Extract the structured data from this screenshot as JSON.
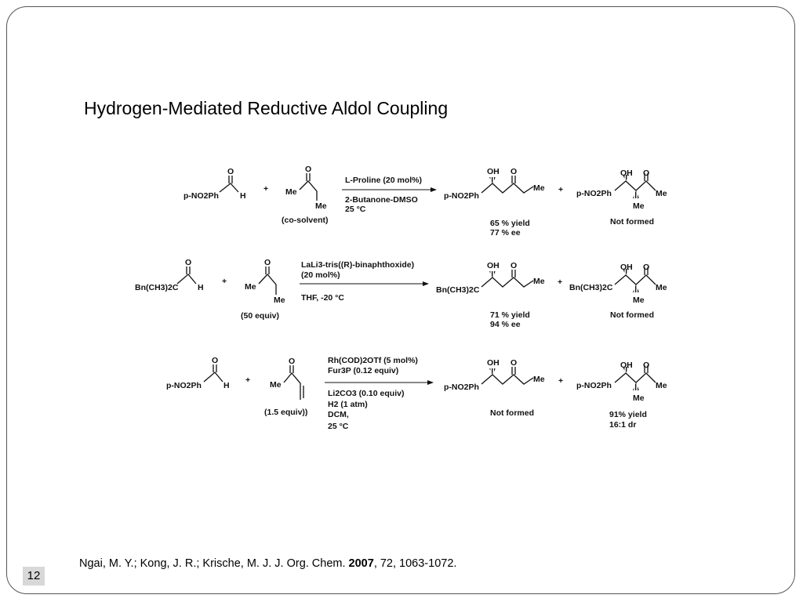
{
  "title": "Hydrogen-Mediated Reductive Aldol Coupling",
  "citation": {
    "authors": "Ngai, M. Y.; Kong, J. R.; Krische, M. J. J. Org. Chem. ",
    "year": "2007",
    "rest": ", 72, 1063-1072."
  },
  "page_number": "12",
  "plus": "+",
  "atoms": {
    "O": "O",
    "OH": "OH",
    "H": "H",
    "Me": "Me"
  },
  "rows": [
    {
      "aldehyde": "p-NO2Ph",
      "reagent_note": "(co-solvent)",
      "conditions_above": [
        "L-Proline (20 mol%)"
      ],
      "conditions_below": [
        "2-Butanone-DMSO",
        "25 °C"
      ],
      "product1_left": "p-NO2Ph",
      "product1_result": [
        "65 % yield",
        "77 % ee"
      ],
      "product2_left": "p-NO2Ph",
      "product2_result": [
        "Not formed"
      ]
    },
    {
      "aldehyde": "Bn(CH3)2C",
      "reagent_note": "(50 equiv)",
      "conditions_above": [
        "LaLi3-tris((R)-binaphthoxide)",
        "(20 mol%)"
      ],
      "conditions_below": [
        "THF, -20 °C"
      ],
      "product1_left": "Bn(CH3)2C",
      "product1_result": [
        "71 % yield",
        "94 % ee"
      ],
      "product2_left": "Bn(CH3)2C",
      "product2_result": [
        "Not formed"
      ]
    },
    {
      "aldehyde": "p-NO2Ph",
      "reagent_note": "(1.5 equiv))",
      "conditions_above": [
        "Rh(COD)2OTf (5 mol%)",
        "Fur3P (0.12 equiv)"
      ],
      "conditions_below": [
        "Li2CO3 (0.10 equiv)",
        "H2 (1 atm)",
        "DCM,",
        "25 °C"
      ],
      "product1_left": "p-NO2Ph",
      "product1_result": [
        "Not formed"
      ],
      "product2_left": "p-NO2Ph",
      "product2_result": [
        "91% yield",
        "16:1 dr"
      ]
    }
  ]
}
